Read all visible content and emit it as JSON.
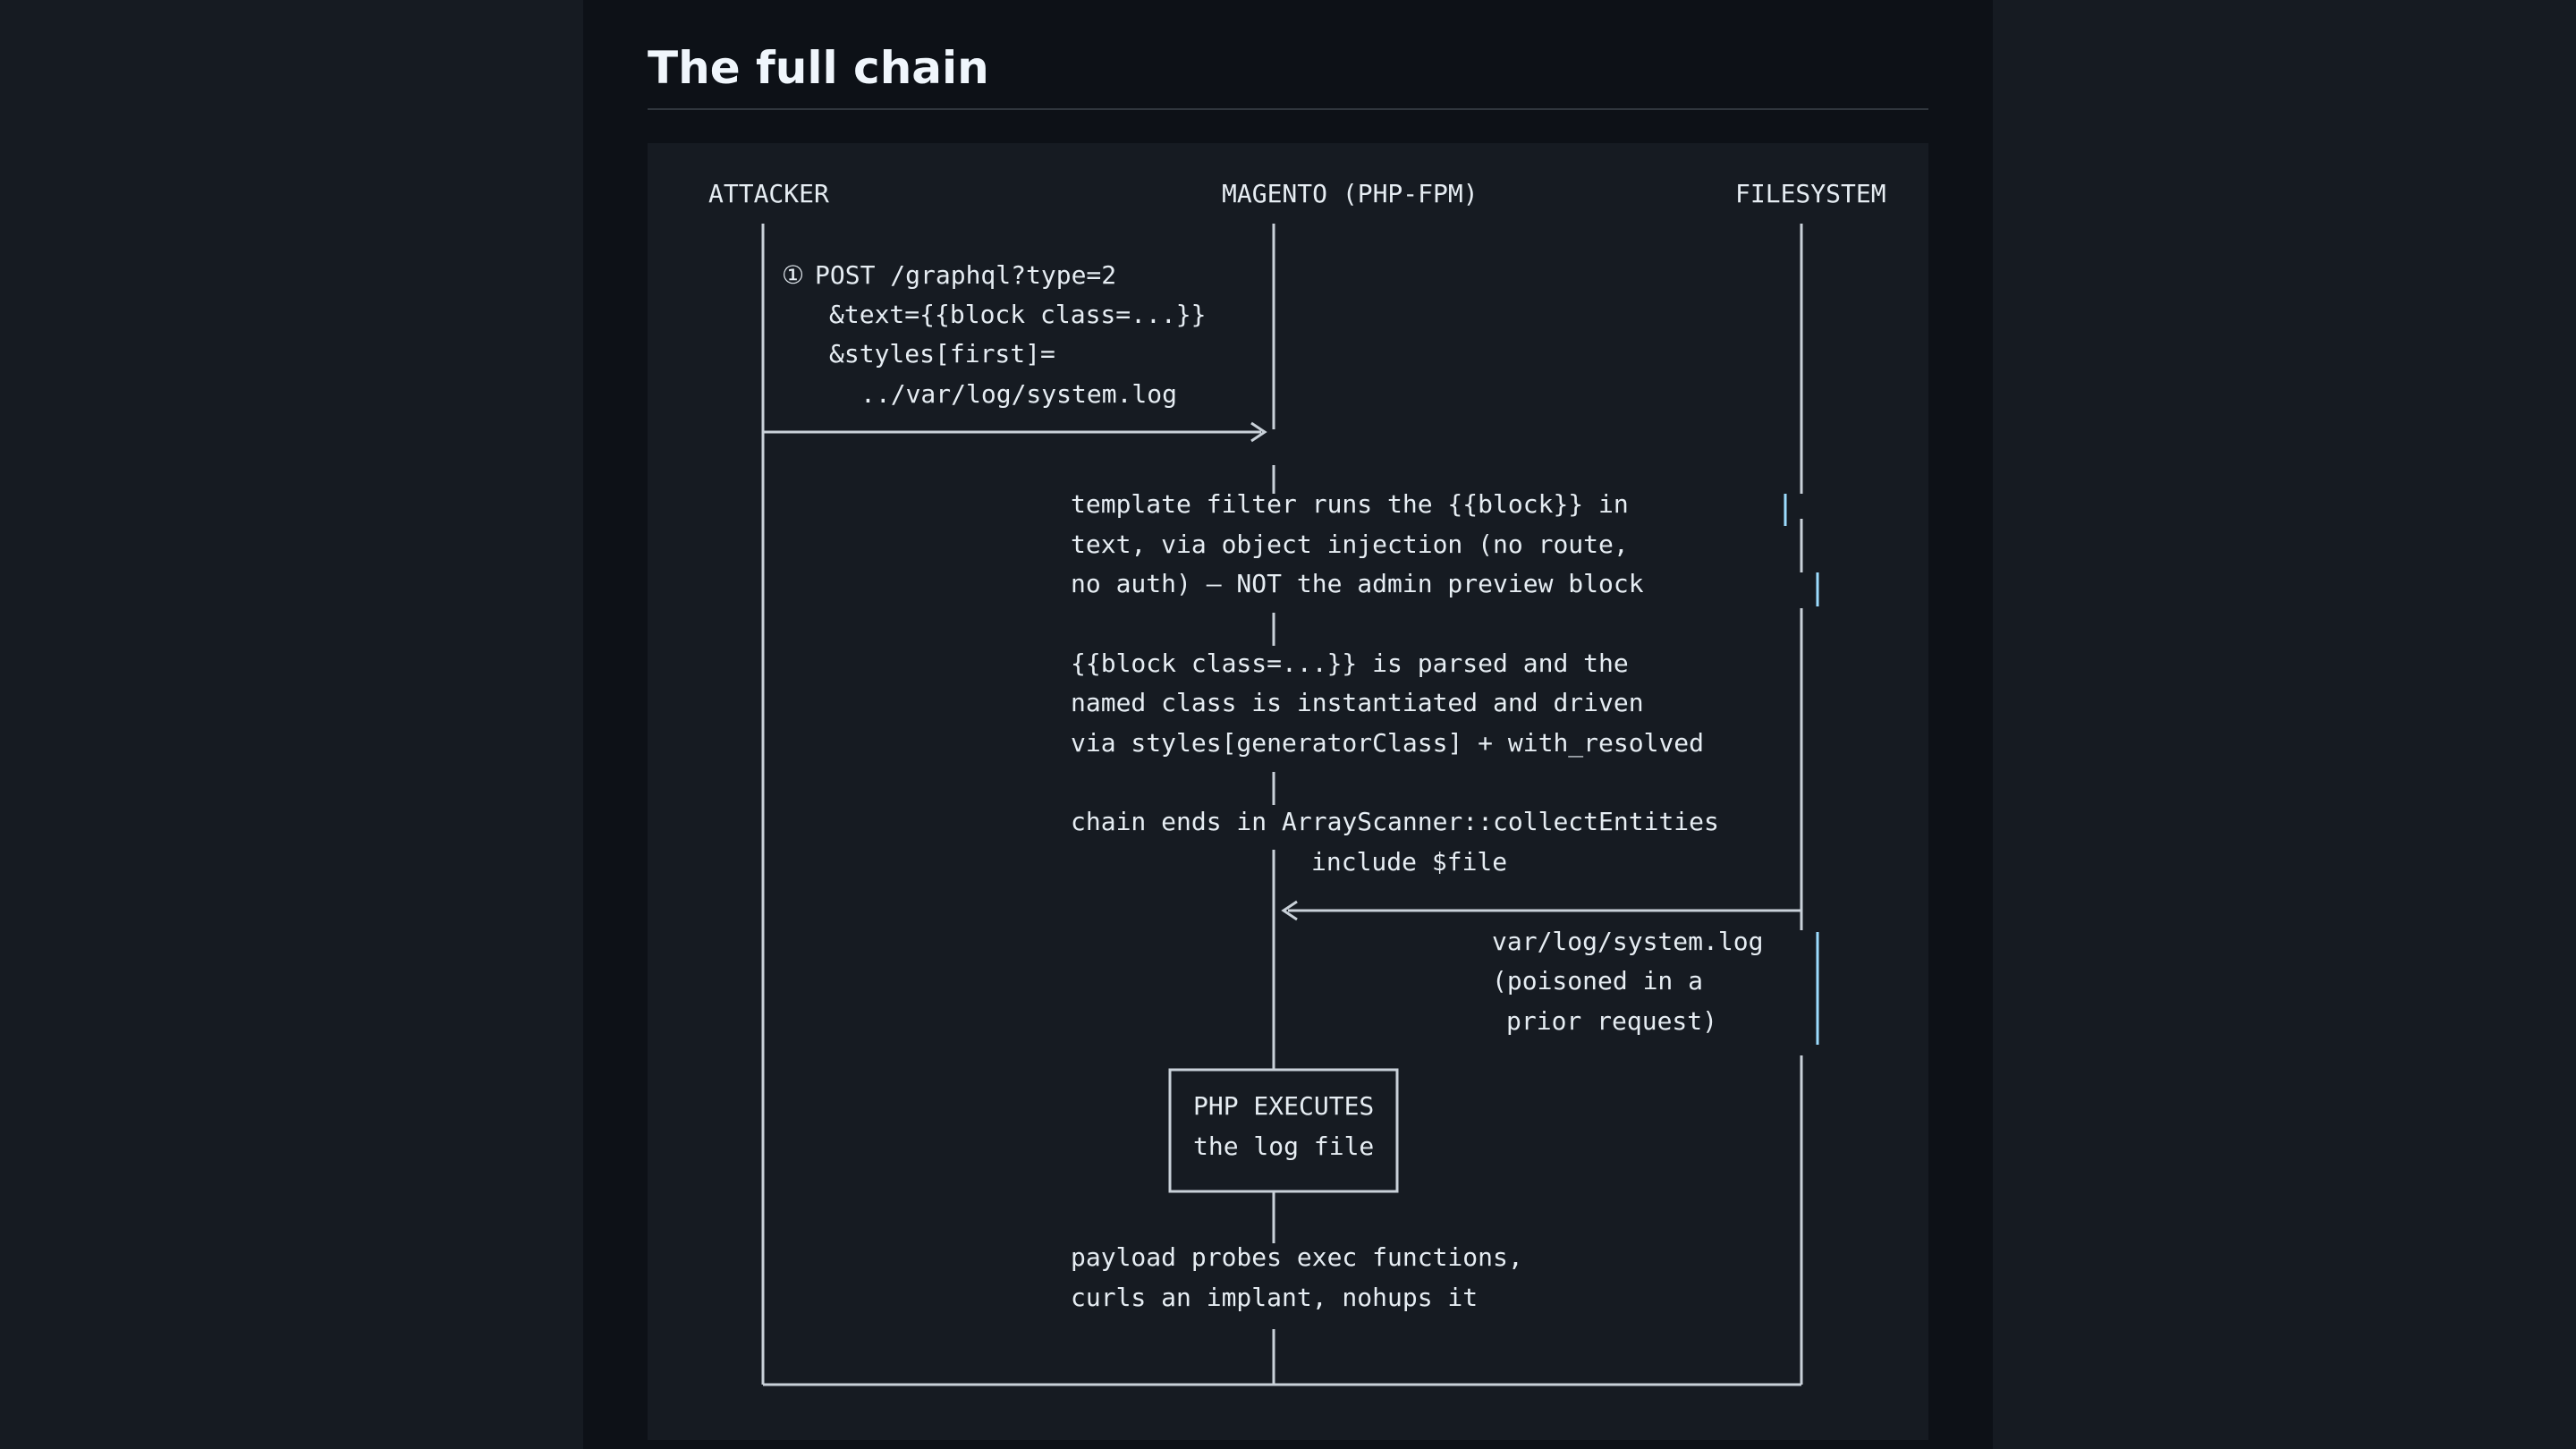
{
  "page": {
    "title": "The full chain"
  },
  "diagram": {
    "actors": {
      "attacker": "ATTACKER",
      "magento": "MAGENTO (PHP-FPM)",
      "filesystem": "FILESYSTEM"
    },
    "request": {
      "marker": "①",
      "lines": [
        "POST /graphql?type=2",
        "&text={{block class=...}}",
        "&styles[first]=",
        "../var/log/system.log"
      ]
    },
    "step_template_filter": [
      "template filter runs the {{block}} in",
      "text, via object injection (no route,",
      "no auth) — NOT the admin preview block"
    ],
    "step_block_parse": [
      "{{block class=...}} is parsed and the",
      "named class is instantiated and driven",
      "via styles[generatorClass] + with_resolved"
    ],
    "step_chain_end": [
      "chain ends in ArrayScanner::collectEntities",
      "include $file"
    ],
    "log_file_note": [
      "var/log/system.log",
      "(poisoned in a",
      "prior request)"
    ],
    "exec_box": [
      "PHP EXECUTES",
      "the log file"
    ],
    "step_payload": [
      "payload probes exec functions,",
      "curls an implant, nohups it"
    ],
    "colors": {
      "page_bg": "#0d1117",
      "panel_bg": "#161b22",
      "text": "#e6edf3",
      "lifeline": "#c9d1d9",
      "accent_rule": "#9cdcfe"
    }
  }
}
